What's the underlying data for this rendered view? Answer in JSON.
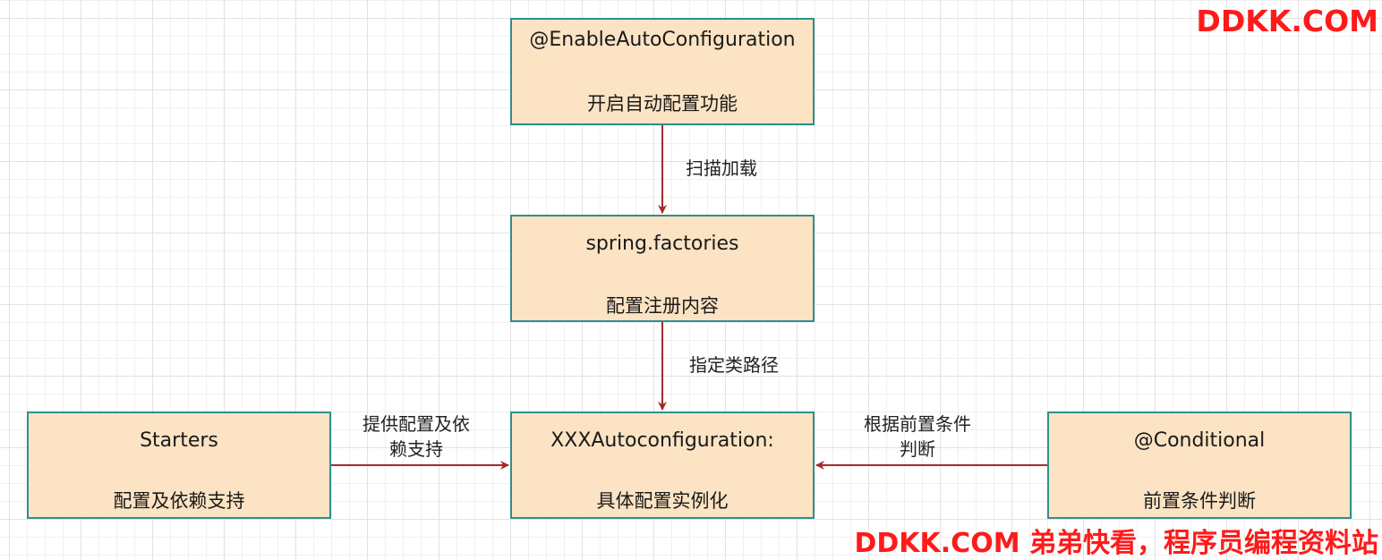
{
  "nodes": {
    "enable": {
      "title": "@EnableAutoConfiguration",
      "subtitle": "开启自动配置功能"
    },
    "factories": {
      "title": "spring.factories",
      "subtitle": "配置注册内容"
    },
    "auto": {
      "title": "XXXAutoconfiguration:",
      "subtitle": "具体配置实例化"
    },
    "starters": {
      "title": "Starters",
      "subtitle": "配置及依赖支持"
    },
    "conditional": {
      "title": "@Conditional",
      "subtitle": "前置条件判断"
    }
  },
  "edges": {
    "scan": "扫描加载",
    "classpath": "指定类路径",
    "provide_line1": "提供配置及依",
    "provide_line2": "赖支持",
    "judge_line1": "根据前置条件",
    "judge_line2": "判断"
  },
  "watermark": {
    "top": "DDKK.COM",
    "bottom": "DDKK.COM 弟弟快看，程序员编程资料站"
  },
  "colors": {
    "node_fill": "#fbe3c3",
    "node_border": "#2f8f8f",
    "arrow": "#a52a2a",
    "watermark": "#ff1a1a"
  }
}
